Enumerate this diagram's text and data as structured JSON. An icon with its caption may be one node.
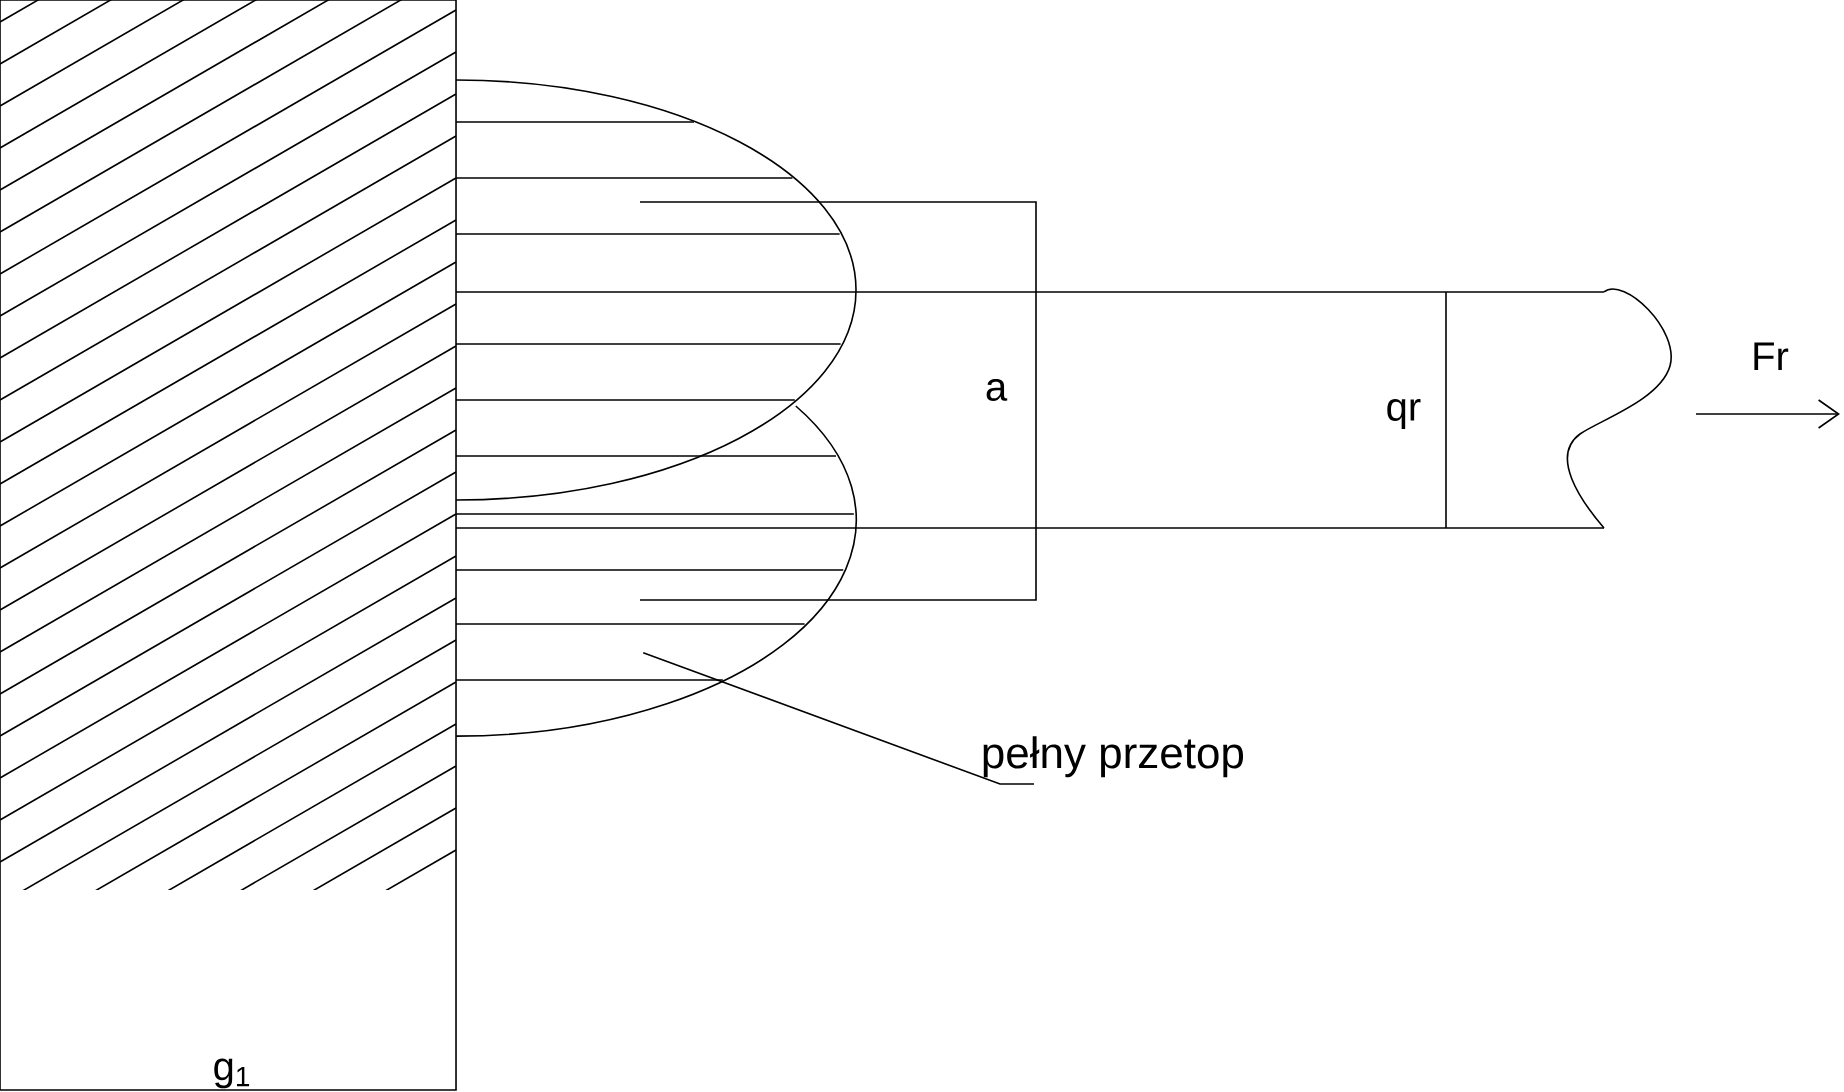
{
  "diagram": {
    "nodes": [
      {
        "text": [
          "pełny przetop"
        ]
      },
      {
        "text": [],
        "shape": "picture"
      }
    ],
    "edges": [
      {
        "from": 0,
        "to": 1,
        "arrow": "none"
      }
    ],
    "labels": [
      "a",
      "qr",
      "Fr",
      "g$_{1}$"
    ]
  }
}
